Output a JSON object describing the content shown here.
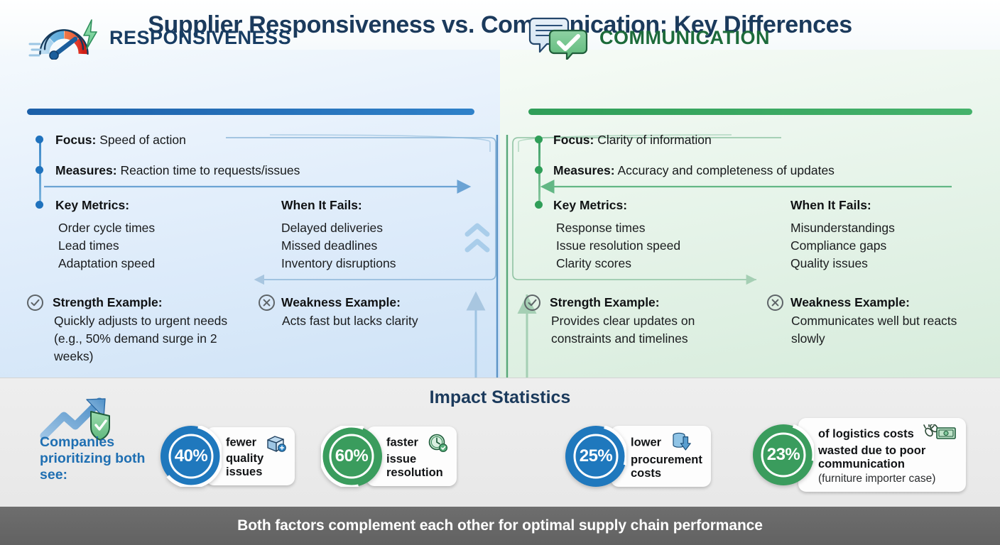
{
  "title": "Supplier Responsiveness vs. Communication: Key Differences",
  "left_panel": {
    "heading": "RESPONSIVENESS",
    "icon": "speedometer-gauge-icon",
    "accent": "#1c5fa8",
    "focus_label": "Focus:",
    "focus_value": " Speed of action",
    "measures_label": "Measures:",
    "measures_value": " Reaction time to requests/issues",
    "metrics_heading": "Key Metrics:",
    "metrics": [
      "Order cycle times",
      "Lead times",
      "Adaptation speed"
    ],
    "fails_heading": "When It Fails:",
    "fails": [
      "Delayed deliveries",
      "Missed deadlines",
      "Inventory disruptions"
    ],
    "strength_label": "Strength Example:",
    "strength_text": "Quickly adjusts to urgent needs (e.g., 50% demand surge in 2 weeks)",
    "weakness_label": "Weakness Example:",
    "weakness_text": "Acts fast but lacks clarity"
  },
  "right_panel": {
    "heading": "COMMUNICATION",
    "icon": "speech-bubbles-check-icon",
    "accent": "#2f9e58",
    "focus_label": "Focus:",
    "focus_value": " Clarity of information",
    "measures_label": "Measures:",
    "measures_value": " Accuracy and completeness of updates",
    "metrics_heading": "Key Metrics:",
    "metrics": [
      "Response times",
      "Issue resolution speed",
      "Clarity scores"
    ],
    "fails_heading": "When It Fails:",
    "fails": [
      "Misunderstandings",
      "Compliance gaps",
      "Quality issues"
    ],
    "strength_label": "Strength Example:",
    "strength_text": "Provides clear updates on constraints and timelines",
    "weakness_label": "Weakness Example:",
    "weakness_text": "Communicates well but reacts slowly"
  },
  "impact": {
    "title": "Impact Statistics",
    "left_note": "Companies prioritizing both see:",
    "left_note_icon": "growth-arrow-shield-icon",
    "stats": [
      {
        "value": "40%",
        "percent": 40,
        "color": "#1f78bd",
        "icon": "package-box-icon",
        "lines": [
          "fewer",
          "quality",
          "issues"
        ],
        "sublabel": ""
      },
      {
        "value": "60%",
        "percent": 60,
        "color": "#3a9c5d",
        "icon": "clock-icon",
        "lines": [
          "faster",
          "issue",
          "resolution"
        ],
        "sublabel": ""
      },
      {
        "value": "25%",
        "percent": 25,
        "color": "#1f78bd",
        "icon": "coins-down-arrow-icon",
        "lines": [
          "lower",
          "procurement",
          "costs"
        ],
        "sublabel": ""
      },
      {
        "value": "23%",
        "percent": 23,
        "color": "#3a9c5d",
        "icon": "broken-chain-money-icon",
        "lines": [
          "of logistics costs",
          "wasted due to poor",
          "communication"
        ],
        "sublabel": "(furniture importer case)"
      }
    ]
  },
  "banner": "Both factors complement each other for optimal supply chain performance",
  "chart_data": {
    "type": "pie",
    "title": "Impact Statistics",
    "categories": [
      "fewer quality issues",
      "faster issue resolution",
      "lower procurement costs",
      "of logistics costs wasted due to poor communication"
    ],
    "values": [
      40,
      60,
      25,
      23
    ],
    "colors": [
      "#1f78bd",
      "#3a9c5d",
      "#1f78bd",
      "#3a9c5d"
    ],
    "ylabel": "percent",
    "ylim": [
      0,
      100
    ]
  }
}
